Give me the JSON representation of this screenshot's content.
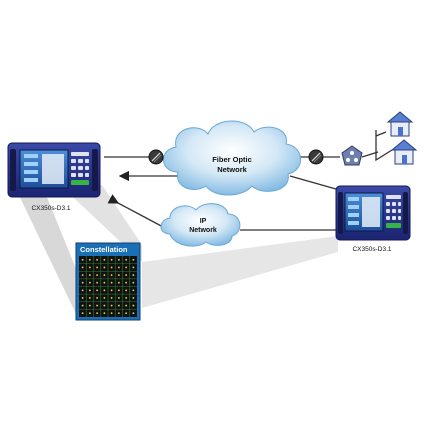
{
  "clouds": {
    "fiber": {
      "line1": "Fiber Optic",
      "line2": "Network"
    },
    "ip": {
      "line1": "IP",
      "line2": "Network"
    }
  },
  "devices": {
    "left": {
      "label": "CX350s-D3.1"
    },
    "right": {
      "label": "CX350s-D3.1"
    }
  },
  "constellation": {
    "title": "Constellation"
  },
  "icons": [
    "fiber-connector-icon",
    "fiber-connector-icon",
    "optical-node-icon",
    "house-icon",
    "house-icon"
  ],
  "colors": {
    "cloud_light": "#e8f3fb",
    "cloud_dark": "#7fb6e0",
    "device_blue": "#24308a",
    "screen_blue": "#2c6fc0",
    "house_blue": "#4a72c9",
    "constellation_header": "#1b6fb5",
    "constellation_bg": "#111111",
    "grid_line": "#2e7a34",
    "point_color": "#d6d65a"
  }
}
